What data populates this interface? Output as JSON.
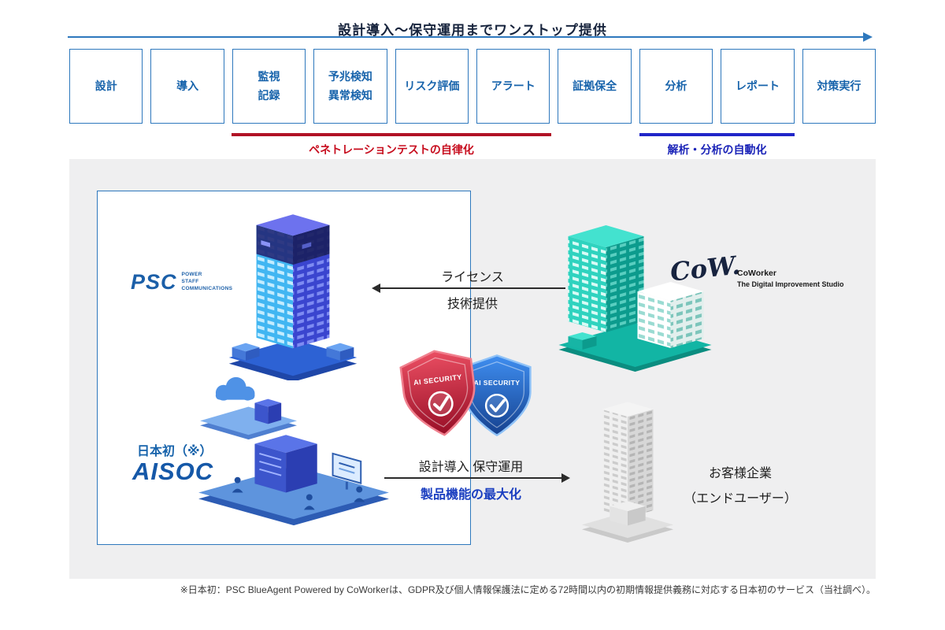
{
  "header": {
    "title": "設計導入〜保守運用までワンストップ提供"
  },
  "process_steps": [
    {
      "label": "設計"
    },
    {
      "label": "導入"
    },
    {
      "label": "監視\n記録"
    },
    {
      "label": "予兆検知\n異常検知"
    },
    {
      "label": "リスク評価"
    },
    {
      "label": "アラート"
    },
    {
      "label": "証拠保全"
    },
    {
      "label": "分析"
    },
    {
      "label": "レポート"
    },
    {
      "label": "対策実行"
    }
  ],
  "highlights": {
    "pentest": {
      "label": "ペネトレーションテストの自律化",
      "color": "#c70d1e"
    },
    "analysis": {
      "label": "解析・分析の自動化",
      "color": "#1b24b8"
    }
  },
  "diagram": {
    "psc": {
      "logo": "PSC",
      "logo_caption": "POWER\nSTAFF\nCOMMUNICATIONS",
      "japan_first": "日本初（※）",
      "product": "AISOC"
    },
    "license_flow": {
      "line1": "ライセンス",
      "line2": "技術提供"
    },
    "delivery_flow": {
      "line1": "設計導入 保守運用",
      "line2": "製品機能の最大化"
    },
    "shields": {
      "red": "AI SECURITY",
      "blue": "AI SECURITY"
    },
    "coworker": {
      "logo": "CoW.",
      "name": "CoWorker",
      "tagline": "The Digital Improvement Studio"
    },
    "customer": {
      "line1": "お客様企業",
      "line2": "（エンドユーザー）"
    }
  },
  "footnote": "※日本初：PSC BlueAgent Powered by CoWorkerは、GDPR及び個人情報保護法に定める72時間以内の初期情報提供義務に対応する日本初のサービス（当社調べ）。",
  "colors": {
    "primary_blue": "#2e78bd",
    "box_text_blue": "#1763ab",
    "pentest_red": "#c70d1e",
    "automation_blue": "#1b24b8",
    "panel_gray": "#efeff0",
    "psc_blue": "#1b5fa8",
    "coworker_teal": "#12b5a4"
  }
}
